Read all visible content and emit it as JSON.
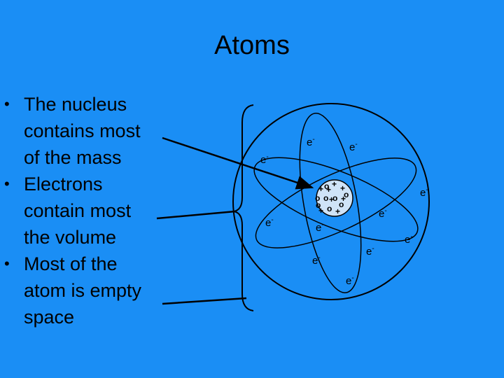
{
  "slide": {
    "title": "Atoms",
    "bullets": [
      {
        "lines": [
          "The nucleus",
          "contains most",
          "of the mass"
        ]
      },
      {
        "lines": [
          "Electrons",
          "contain most",
          "the volume"
        ]
      },
      {
        "lines": [
          "Most of the",
          "atom is empty",
          "space"
        ]
      }
    ]
  },
  "diagram": {
    "electron_label": "e",
    "electron_sup": "-",
    "proton_symbol": "+",
    "neutron_symbol": "o",
    "colors": {
      "background": "#1a8ef5",
      "nucleus_fill": "#cfe3f7",
      "lines": "#000000"
    }
  }
}
